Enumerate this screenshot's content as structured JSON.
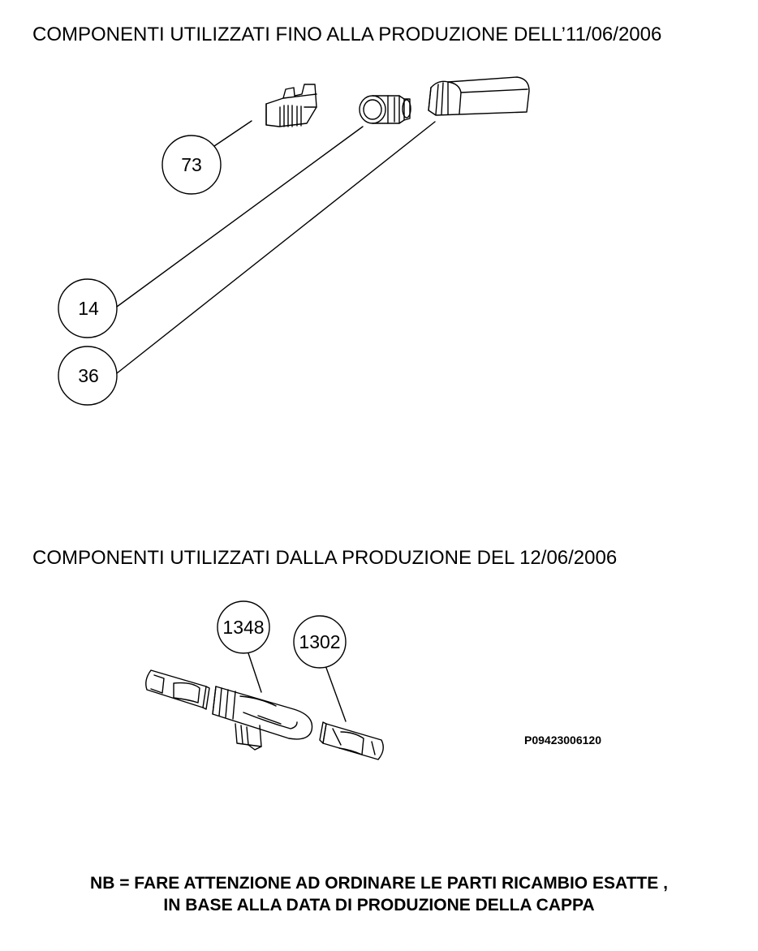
{
  "headings": {
    "top": "COMPONENTI UTILIZZATI FINO ALLA PRODUZIONE DELL’11/06/2006",
    "bottom": "COMPONENTI UTILIZZATI DALLA PRODUZIONE DEL 12/06/2006"
  },
  "callouts": {
    "c73": "73",
    "c14": "14",
    "c36": "36",
    "c1348": "1348",
    "c1302": "1302"
  },
  "drawing_code": "P09423006120",
  "note": {
    "line1": "NB = FARE ATTENZIONE AD ORDINARE LE PARTI RICAMBIO ESATTE ,",
    "line2": "IN BASE ALLA DATA DI PRODUZIONE DELLA CAPPA"
  }
}
